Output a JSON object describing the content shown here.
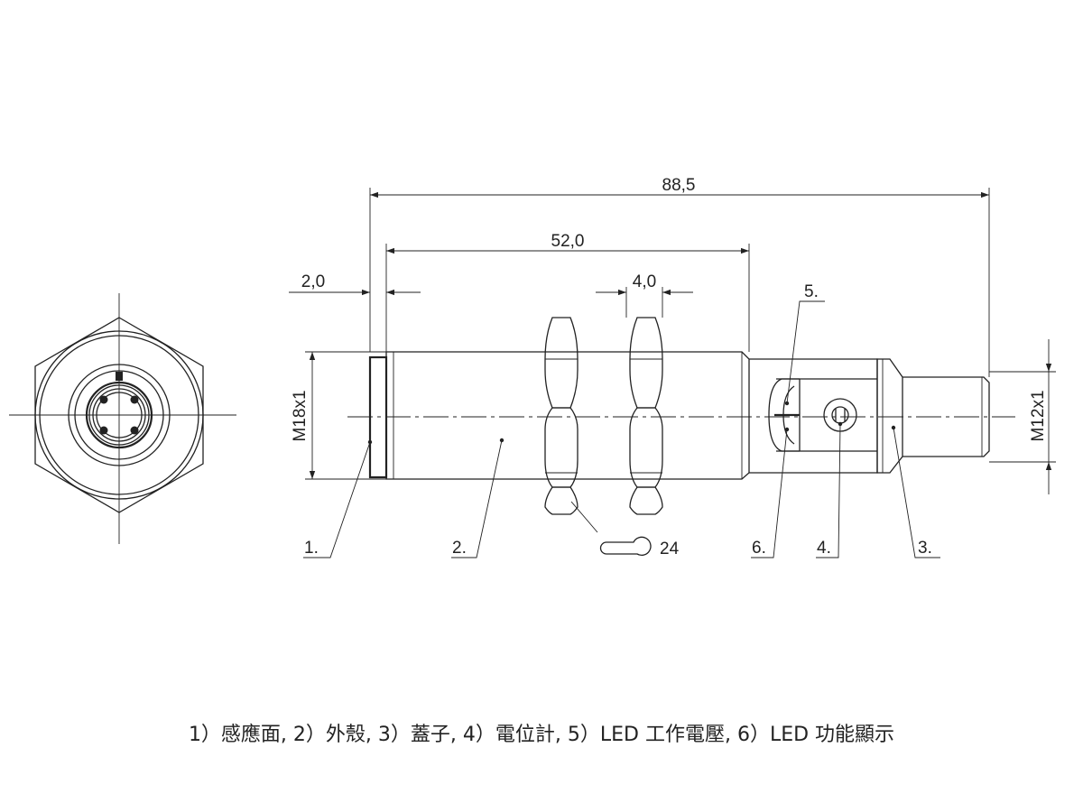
{
  "dimensions": {
    "overall_length": "88,5",
    "body_length": "52,0",
    "face_offset": "2,0",
    "nut_width": "4,0",
    "thread_main": "M18x1",
    "thread_connector": "M12x1",
    "wrench_size": "24"
  },
  "callouts": [
    "1.",
    "2.",
    "3.",
    "4.",
    "5.",
    "6."
  ],
  "caption": "1）感應面, 2）外殼, 3）蓋子, 4）電位計, 5）LED 工作電壓, 6）LED 功能顯示"
}
